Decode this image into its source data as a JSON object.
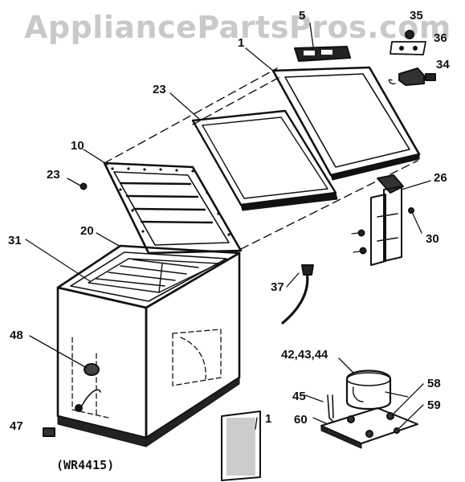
{
  "watermark": "AppliancePartsPros.com",
  "model_code": "(WR4415)",
  "callouts": {
    "c5": "5",
    "c35": "35",
    "c1_top": "1",
    "c36": "36",
    "c34": "34",
    "c23_gasket": "23",
    "c10": "10",
    "c23_screw": "23",
    "c26": "26",
    "c31": "31",
    "c20": "20",
    "c30": "30",
    "c37": "37",
    "c48": "48",
    "c42_43_44": "42,43,44",
    "c58": "58",
    "c45": "45",
    "c59": "59",
    "c60": "60",
    "c47": "47",
    "c1_panel": "1"
  }
}
